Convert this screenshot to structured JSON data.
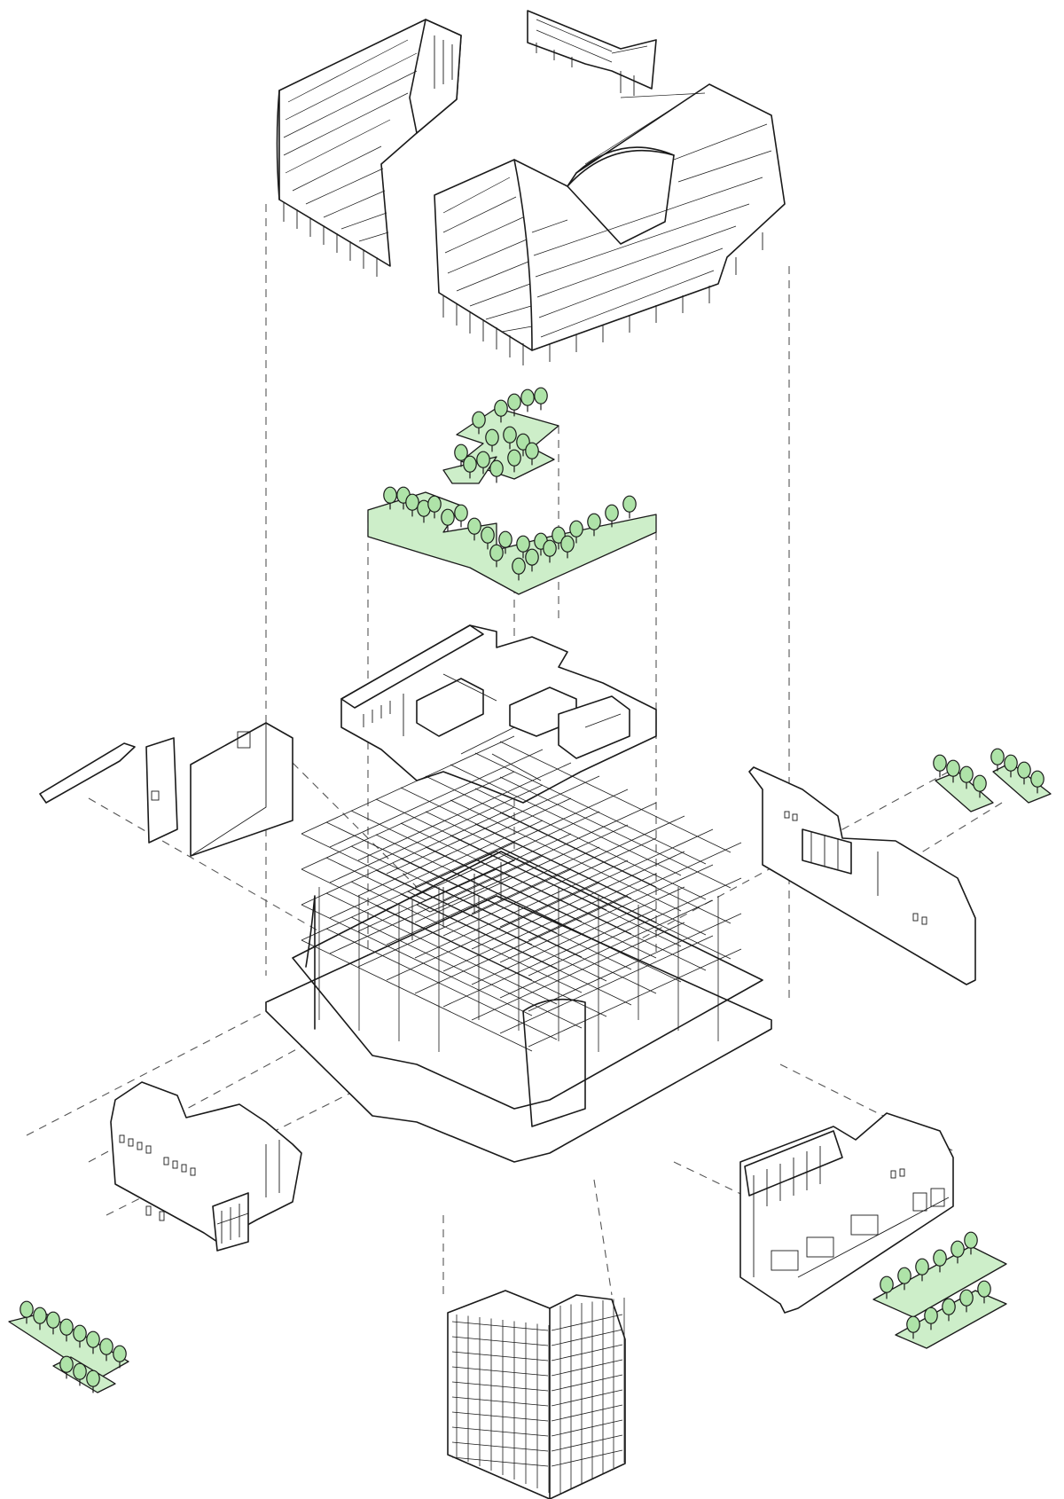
{
  "diagram": {
    "type": "exploded-axonometric",
    "components": [
      "shingled-roof-left",
      "shingled-roof-right",
      "shingled-roof-back",
      "roof-garden-planting",
      "upper-floor-plate",
      "left-wall-panels",
      "right-elevation-wall",
      "structural-frame",
      "left-elevation-block",
      "right-elevation-block",
      "gridded-facade-bottom",
      "tree-strip-left",
      "tree-strip-right-bottom",
      "tree-strip-right-top"
    ],
    "colors": {
      "line": "#1a1a1a",
      "projection": "#555555",
      "lawn": "#cdeec9",
      "tree": "#aee3a8",
      "background": "#ffffff"
    }
  }
}
